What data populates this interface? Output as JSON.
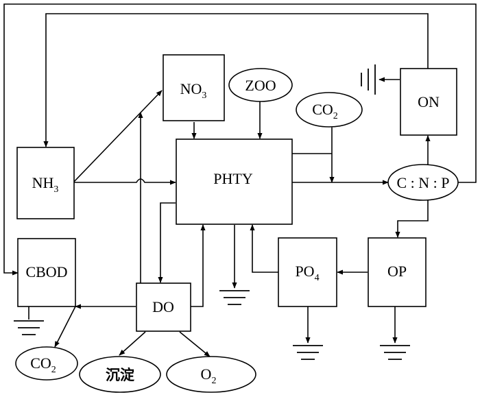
{
  "nodes": {
    "no3": {
      "base": "NO",
      "sub": "3"
    },
    "zoo": {
      "label": "ZOO"
    },
    "co2_top": {
      "base": "CO",
      "sub": "2"
    },
    "on": {
      "label": "ON"
    },
    "nh3": {
      "base": "NH",
      "sub": "3"
    },
    "phty": {
      "label": "PHTY"
    },
    "cnp": {
      "label": "C : N : P"
    },
    "cbod": {
      "label": "CBOD"
    },
    "po4": {
      "base": "PO",
      "sub": "4"
    },
    "op": {
      "label": "OP"
    },
    "do": {
      "label": "DO"
    },
    "co2_bottom": {
      "base": "CO",
      "sub": "2"
    },
    "sediment": {
      "label": "沉淀"
    },
    "o2": {
      "base": "O",
      "sub": "2"
    }
  },
  "colors": {
    "stroke": "#000000",
    "fill": "#ffffff"
  }
}
